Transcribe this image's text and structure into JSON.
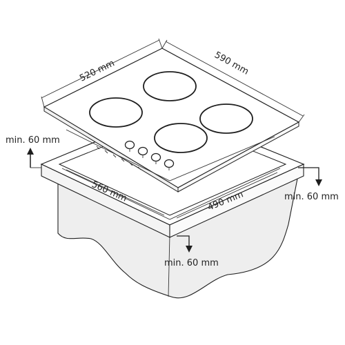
{
  "dimensions": {
    "hob_depth": "520 mm",
    "hob_width": "590 mm",
    "cutout_width": "560 mm",
    "cutout_depth": "490 mm",
    "clearance_left": "min. 60 mm",
    "clearance_right": "min. 60 mm",
    "clearance_front": "min. 60 mm"
  },
  "colors": {
    "cabinet_fill": "#eeeeee",
    "hob_fill": "#ffffff",
    "line": "#1e1e1e",
    "text": "#222222"
  },
  "icons": {
    "clearance_arrow": "arrow-icon",
    "burner": "burner-icon",
    "control_knob": "knob-icon"
  },
  "burner_count": 4,
  "knob_count": 4
}
